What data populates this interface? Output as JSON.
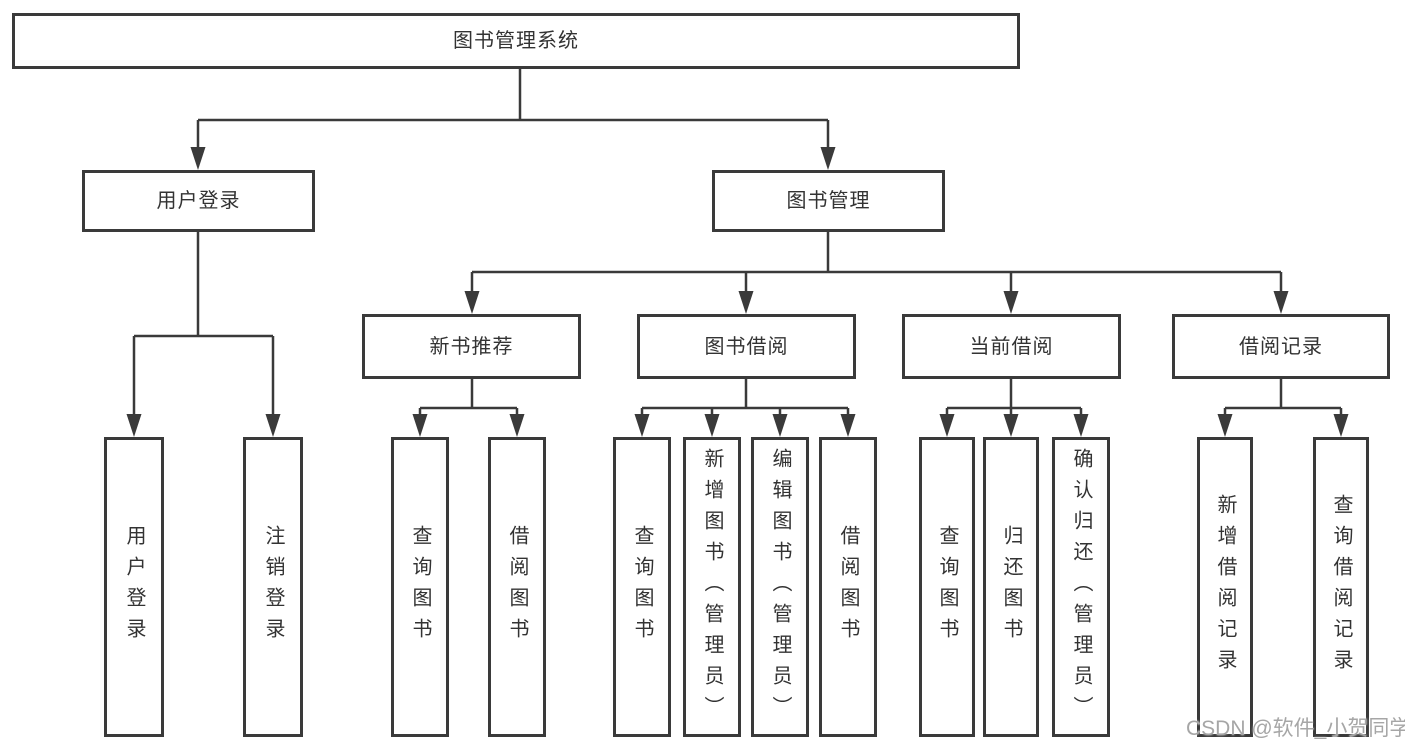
{
  "colors": {
    "line": "#3a3a3a",
    "box_border": "#3a3a3a",
    "text": "#333333",
    "background": "#ffffff",
    "watermark_text_color": "#a6a6a6"
  },
  "watermark": {
    "text": "CSDN @软件_小贺同学"
  },
  "tree": {
    "root": {
      "label": "图书管理系统"
    },
    "branches": [
      {
        "label": "用户登录",
        "children": [
          {
            "label": "用户登录"
          },
          {
            "label": "注销登录"
          }
        ]
      },
      {
        "label": "图书管理",
        "children": [
          {
            "label": "新书推荐",
            "children": [
              {
                "label": "查询图书"
              },
              {
                "label": "借阅图书"
              }
            ]
          },
          {
            "label": "图书借阅",
            "children": [
              {
                "label": "查询图书"
              },
              {
                "label": "新增图书（管理员）"
              },
              {
                "label": "编辑图书（管理员）"
              },
              {
                "label": "借阅图书"
              }
            ]
          },
          {
            "label": "当前借阅",
            "children": [
              {
                "label": "查询图书"
              },
              {
                "label": "归还图书"
              },
              {
                "label": "确认归还（管理员）"
              }
            ]
          },
          {
            "label": "借阅记录",
            "children": [
              {
                "label": "新增借阅记录"
              },
              {
                "label": "查询借阅记录"
              }
            ]
          }
        ]
      }
    ]
  }
}
